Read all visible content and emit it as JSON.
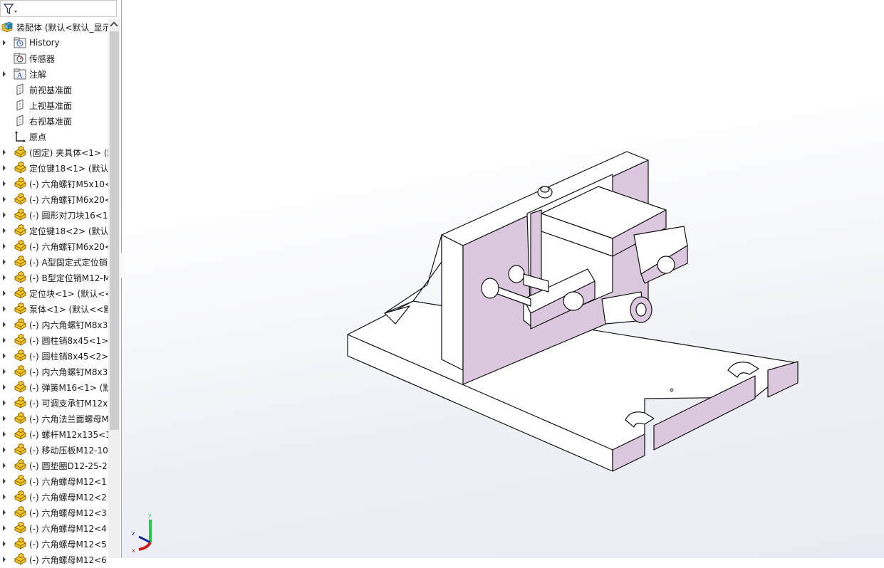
{
  "feature_tree": {
    "filter": {
      "icon": "filter-icon"
    },
    "root": {
      "icon": "assembly-icon",
      "label": "装配体  (默认<默认_显示"
    },
    "items": [
      {
        "label": "History",
        "icon": "history-folder-icon",
        "expandable": true
      },
      {
        "label": "传感器",
        "icon": "sensor-folder-icon",
        "expandable": false
      },
      {
        "label": "注解",
        "icon": "annotation-folder-icon",
        "expandable": true
      },
      {
        "label": "前视基准面",
        "icon": "plane-icon",
        "expandable": false
      },
      {
        "label": "上视基准面",
        "icon": "plane-icon",
        "expandable": false
      },
      {
        "label": "右视基准面",
        "icon": "plane-icon",
        "expandable": false
      },
      {
        "label": "原点",
        "icon": "origin-icon",
        "expandable": false
      },
      {
        "label": "(固定) 夹具体<1> (默",
        "icon": "part-icon",
        "expandable": true
      },
      {
        "label": "定位键18<1> (默认",
        "icon": "part-icon",
        "expandable": true
      },
      {
        "label": "(-) 六角螺钉M5x10<",
        "icon": "part-icon",
        "expandable": true
      },
      {
        "label": "(-) 六角螺钉M6x20<",
        "icon": "part-icon",
        "expandable": true
      },
      {
        "label": "(-) 圆形对刀块16<1",
        "icon": "part-icon",
        "expandable": true
      },
      {
        "label": "定位键18<2> (默认",
        "icon": "part-icon",
        "expandable": true
      },
      {
        "label": "(-) 六角螺钉M6x20<",
        "icon": "part-icon",
        "expandable": true
      },
      {
        "label": "(-) A型固定式定位销",
        "icon": "part-icon",
        "expandable": true
      },
      {
        "label": "(-) B型定位销M12-M",
        "icon": "part-icon",
        "expandable": true
      },
      {
        "label": "定位块<1> (默认<<",
        "icon": "part-icon",
        "expandable": true
      },
      {
        "label": "泵体<1> (默认<<默",
        "icon": "part-icon",
        "expandable": true
      },
      {
        "label": "(-) 内六角螺钉M8x3",
        "icon": "part-icon",
        "expandable": true
      },
      {
        "label": "(-) 圆柱销8x45<1>",
        "icon": "part-icon",
        "expandable": true
      },
      {
        "label": "(-) 圆柱销8x45<2>",
        "icon": "part-icon",
        "expandable": true
      },
      {
        "label": "(-) 内六角螺钉M8x3",
        "icon": "part-icon",
        "expandable": true
      },
      {
        "label": "(-) 弹簧M16<1> (默",
        "icon": "part-icon",
        "expandable": true
      },
      {
        "label": "(-) 可调支承钉M12x",
        "icon": "part-icon",
        "expandable": true
      },
      {
        "label": "(-) 六角法兰面螺母M",
        "icon": "part-icon",
        "expandable": true
      },
      {
        "label": "(-) 螺杆M12x135<1",
        "icon": "part-icon",
        "expandable": true
      },
      {
        "label": "(-) 移动压板M12-10",
        "icon": "part-icon",
        "expandable": true
      },
      {
        "label": "(-) 圆垫圈D12-25-2.",
        "icon": "part-icon",
        "expandable": true
      },
      {
        "label": "(-) 六角螺母M12<1",
        "icon": "part-icon",
        "expandable": true
      },
      {
        "label": "(-) 六角螺母M12<2",
        "icon": "part-icon",
        "expandable": true
      },
      {
        "label": "(-) 六角螺母M12<3",
        "icon": "part-icon",
        "expandable": true
      },
      {
        "label": "(-) 六角螺母M12<4",
        "icon": "part-icon",
        "expandable": true
      },
      {
        "label": "(-) 六角螺母M12<5",
        "icon": "part-icon",
        "expandable": true
      },
      {
        "label": "(-) 六角螺母M12<6",
        "icon": "part-icon",
        "expandable": true
      }
    ]
  },
  "viewport": {
    "model": "fixture-assembly-isometric",
    "colors": {
      "face_shaded": "#dcc8de",
      "face_white": "#ffffff",
      "edge": "#111111",
      "background_top": "#ffffff",
      "background_bottom": "#e9ecf4"
    },
    "triad": {
      "x_label": "x",
      "y_label": "y",
      "z_label": "z",
      "x_color": "#cc1a1a",
      "y_color": "#22cc44",
      "z_color": "#1a2a9a"
    }
  }
}
